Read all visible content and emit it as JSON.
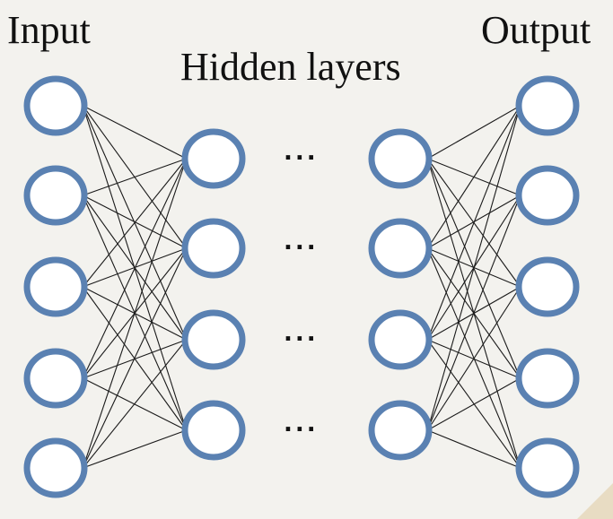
{
  "labels": {
    "input": "Input",
    "hidden": "Hidden layers",
    "output": "Output"
  },
  "ellipsis": "...",
  "colors": {
    "background": "#f3f2ee",
    "node_stroke": "#5a81b2",
    "node_fill": "#ffffff",
    "edge": "#1a1a1a",
    "text": "#111111"
  },
  "network": {
    "layers": [
      {
        "name": "input",
        "nodes": 5
      },
      {
        "name": "hidden-1",
        "nodes": 4
      },
      {
        "name": "hidden-n",
        "nodes": 4
      },
      {
        "name": "output",
        "nodes": 5
      }
    ],
    "connections": "fully-connected between adjacent drawn layers",
    "gap_between_hidden": "ellipsis"
  }
}
